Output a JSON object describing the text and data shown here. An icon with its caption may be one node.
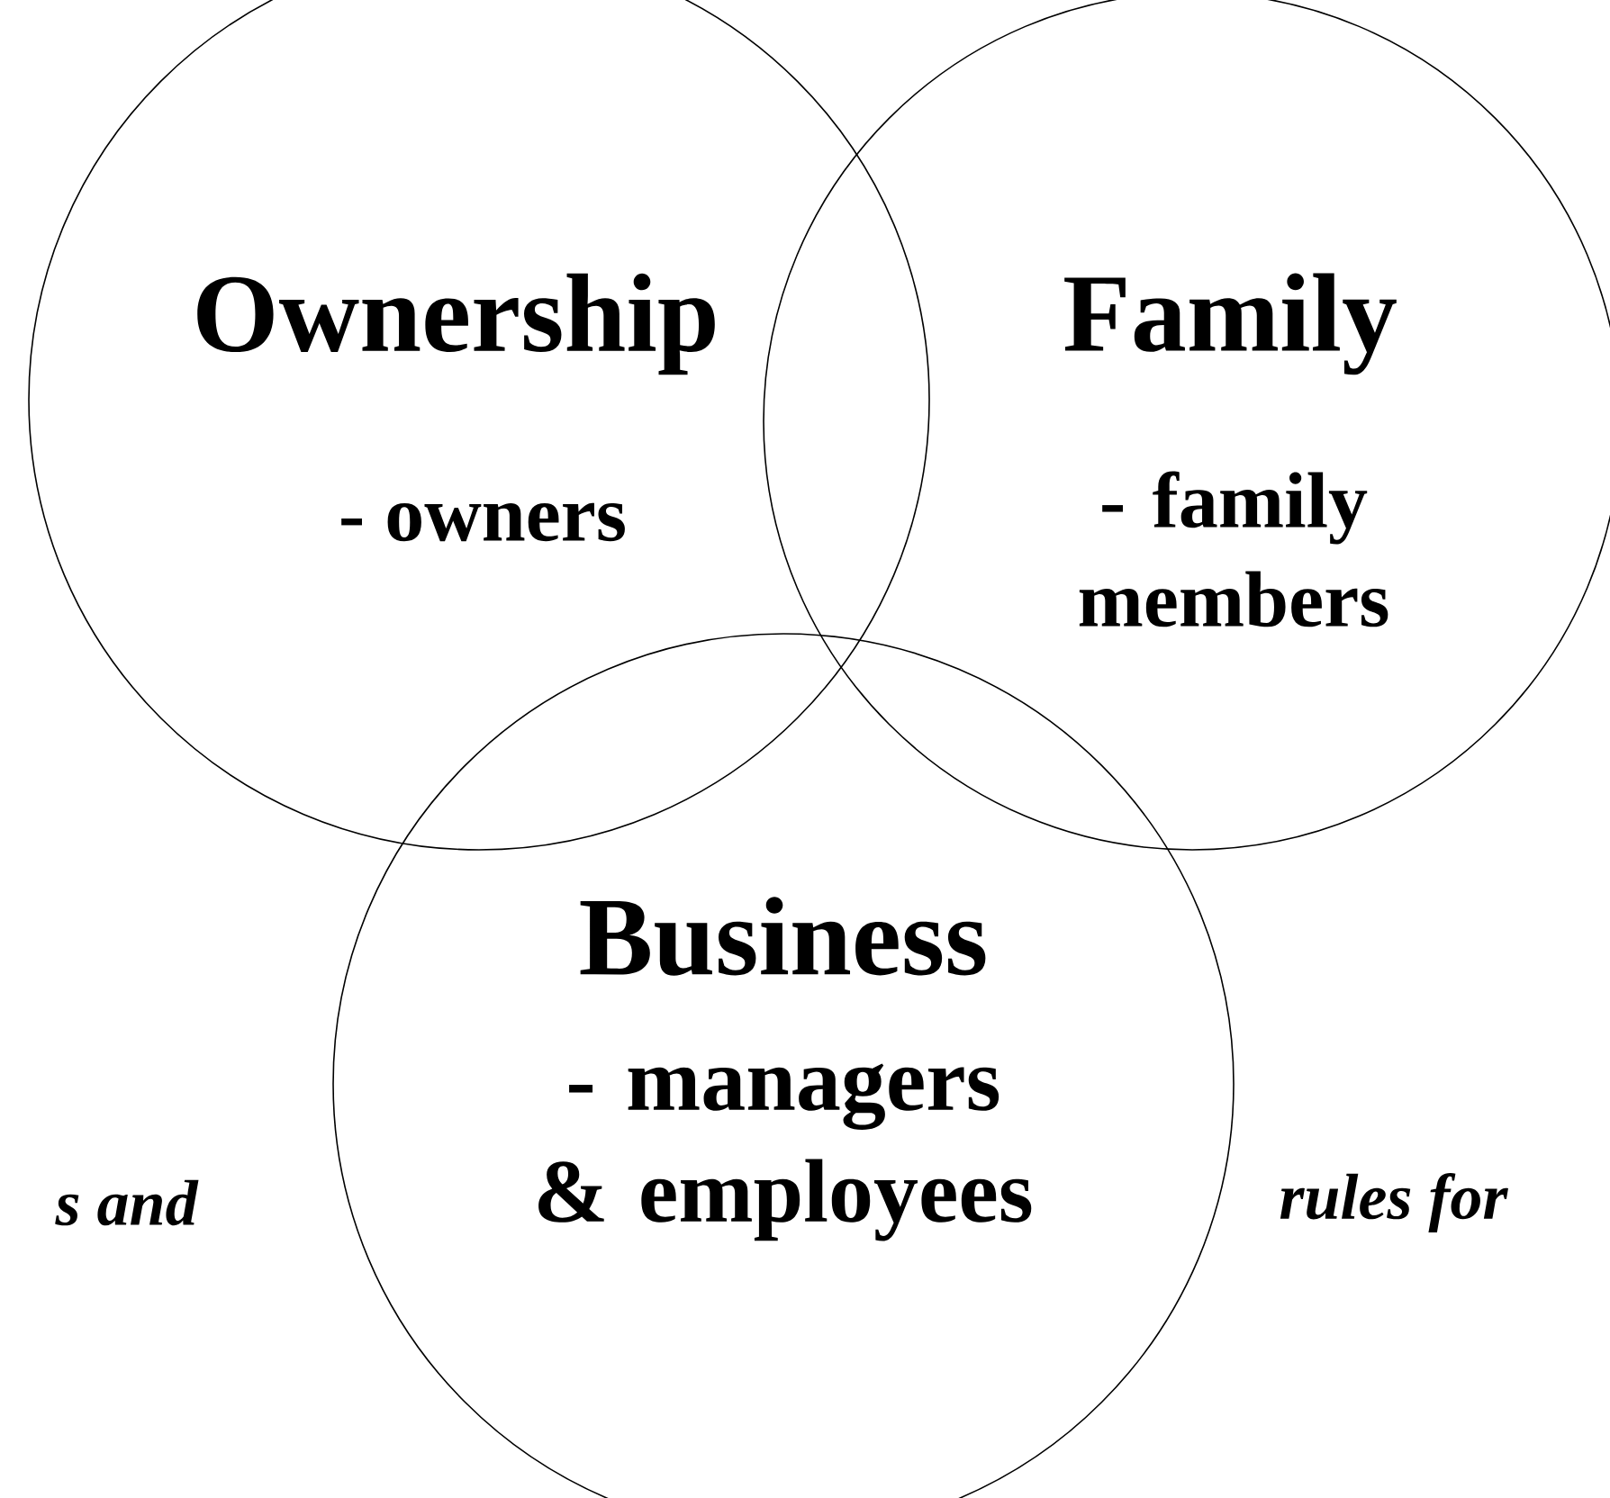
{
  "diagram": {
    "nodes": [
      {
        "text": [
          "Ownership",
          "- owners"
        ]
      },
      {
        "text": [
          "Family",
          "- family members"
        ]
      },
      {
        "text": [
          "Business",
          "- managers & employees"
        ]
      }
    ],
    "labels": [
      "s and",
      "rules for"
    ]
  }
}
